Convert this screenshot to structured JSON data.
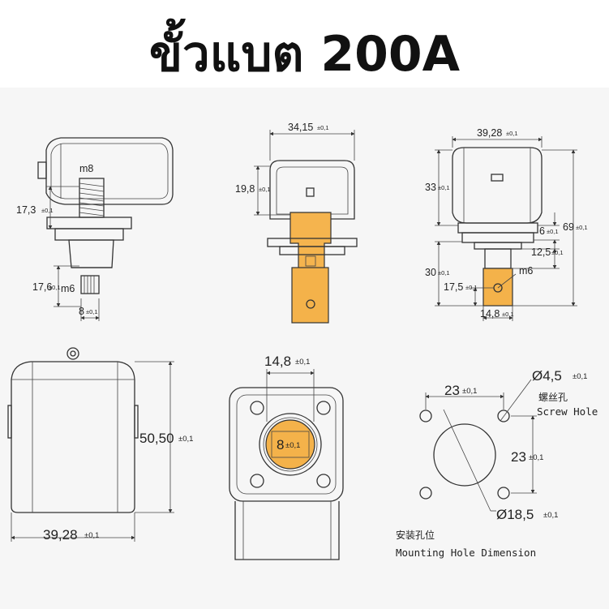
{
  "title": "ขั้วแบต 200A",
  "tolerance": "±0,1",
  "colors": {
    "copper": "#f4b24a",
    "line": "#333333",
    "background": "#f6f6f6"
  },
  "side_view": {
    "height_label": "17,3",
    "lower_label": "17,6",
    "thread_top": "m8",
    "thread_bottom": "m6",
    "width_bottom": "8"
  },
  "front_section": {
    "width": "34,15",
    "height": "19,8"
  },
  "right_view": {
    "width": "39,28",
    "cap_height": "33",
    "total_height": "69",
    "flange": "6",
    "step": "12,5",
    "lower_height": "30",
    "hole_offset": "17,5",
    "hole_thread": "m6",
    "terminal_width": "14,8"
  },
  "cap_view": {
    "height": "50,50",
    "width": "39,28"
  },
  "top_view": {
    "bore": "14,8",
    "pin": "8"
  },
  "mounting": {
    "hole_spacing_x": "23",
    "hole_spacing_y": "23",
    "screw_diameter": "Ø4,5",
    "center_diameter": "Ø18,5",
    "screw_hole_cn": "螺丝孔",
    "screw_hole_en": "Screw Hole",
    "caption_cn": "安装孔位",
    "caption_en": "Mounting Hole Dimension"
  }
}
